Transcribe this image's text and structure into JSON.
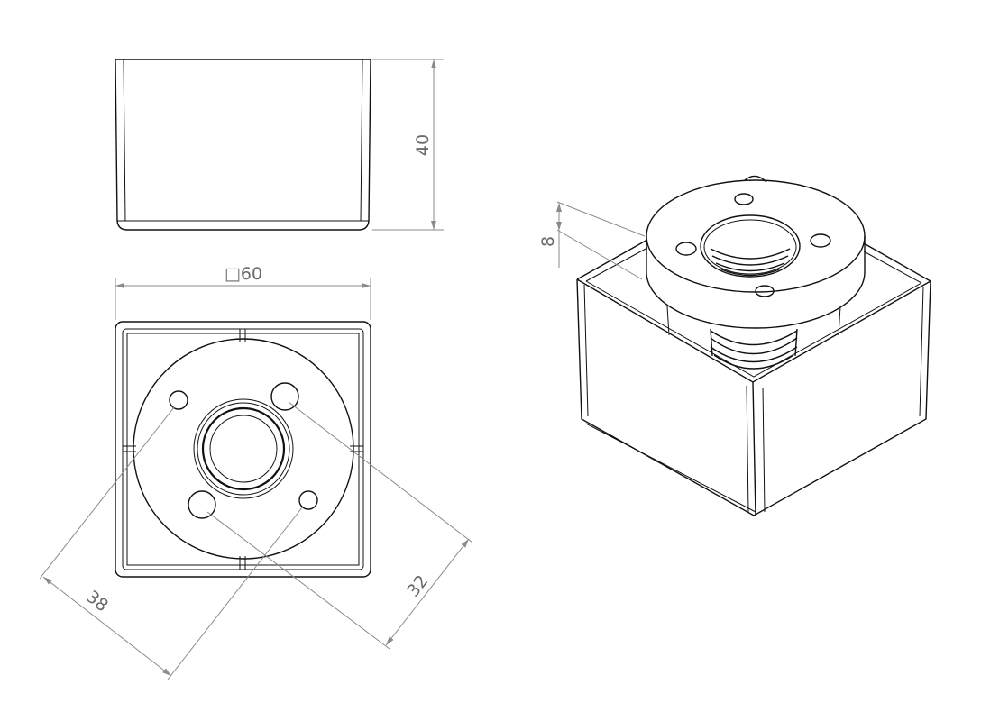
{
  "views": {
    "front": {
      "height_label": "40"
    },
    "top": {
      "width_label": "□60",
      "hole_spacing_a": "38",
      "hole_spacing_b": "32"
    },
    "isometric": {
      "flange_thickness_label": "8"
    }
  }
}
